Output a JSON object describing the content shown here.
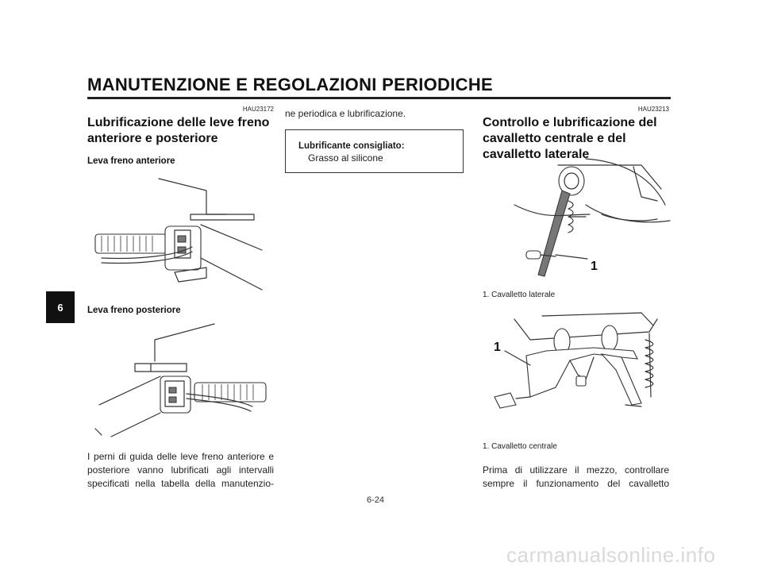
{
  "header": {
    "title": "MANUTENZIONE E REGOLAZIONI PERIODICHE",
    "chapter_tab": "6"
  },
  "left": {
    "code": "HAU23172",
    "title_line1": "Lubrificazione delle leve freno",
    "title_line2": "anteriore e posteriore",
    "front_lever_label": "Leva freno anteriore",
    "rear_lever_label": "Leva freno posteriore",
    "body_line1": "I perni di guida delle leve freno anteriore e",
    "body_line2": "posteriore vanno lubrificati agli intervalli",
    "body_line3": "specificati nella tabella della manutenzio-"
  },
  "middle": {
    "body_line1": "ne periodica e lubrificazione.",
    "box_title": "Lubrificante consigliato:",
    "box_value": "Grasso al silicone"
  },
  "right": {
    "code": "HAU23213",
    "title_line1": "Controllo e lubrificazione del",
    "title_line2": "cavalletto centrale e del",
    "title_line3": "cavalletto laterale",
    "callout_side": "1",
    "caption_side": "1. Cavalletto laterale",
    "callout_center": "1",
    "caption_center": "1. Cavalletto centrale",
    "body_line1": "Prima di utilizzare il mezzo, controllare",
    "body_line2": "sempre il funzionamento del cavalletto"
  },
  "footer": {
    "page_number": "6-24",
    "watermark": "carmanualsonline.info"
  }
}
